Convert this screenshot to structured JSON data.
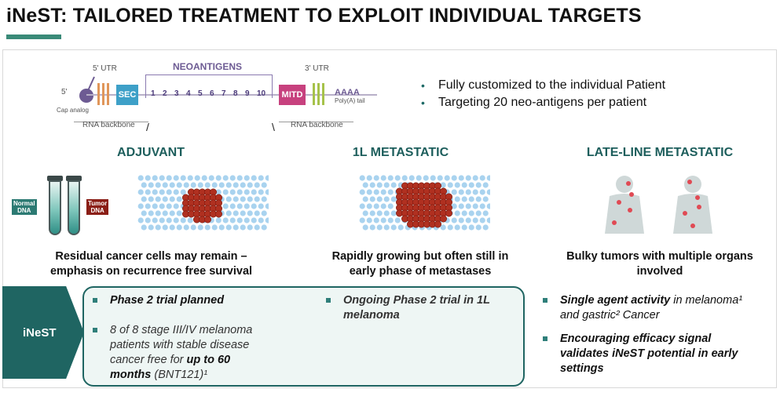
{
  "title": "iNeST: TAILORED TREATMENT TO EXPLOIT INDIVIDUAL TARGETS",
  "diagram": {
    "five_prime": "5'",
    "cap_analog": "Cap analog",
    "utr5": "5' UTR",
    "sec": "SEC",
    "neoantigens": "NEOANTIGENS",
    "numbers": [
      "1",
      "2",
      "3",
      "4",
      "5",
      "6",
      "7",
      "8",
      "9",
      "10"
    ],
    "mitd": "MITD",
    "utr3": "3' UTR",
    "aaaa": "AAAA",
    "polya": "Poly(A) tail",
    "backbone_left": "RNA backbone",
    "backbone_right": "RNA backbone"
  },
  "bullets": [
    "Fully customized to the individual Patient",
    "Targeting 20 neo-antigens per patient"
  ],
  "columns": {
    "adjuvant": {
      "heading": "ADJUVANT",
      "normal_dna": [
        "Normal",
        "DNA"
      ],
      "tumor_dna": [
        "Tumor",
        "DNA"
      ],
      "caption_1": "Residual cancer cells may remain –",
      "caption_2": "emphasis on recurrence free survival"
    },
    "first_line": {
      "heading": "1L METASTATIC",
      "caption_1": "Rapidly growing but often still in",
      "caption_2": "early phase of metastases"
    },
    "late_line": {
      "heading": "LATE-LINE METASTATIC",
      "caption_1": "Bulky tumors with multiple organs",
      "caption_2": "involved"
    }
  },
  "inest": {
    "label": "iNeST",
    "adjuvant_item_1": "Phase 2 trial planned",
    "adjuvant_item_2_a": "8 of 8 stage III/IV melanoma",
    "adjuvant_item_2_b": "patients with stable disease",
    "adjuvant_item_2_c": "cancer free for ",
    "adjuvant_item_2_bold_1": "up to 60",
    "adjuvant_item_2_bold_2": "months",
    "adjuvant_item_2_tail": " (BNT121)¹",
    "first_line_item_a": "Ongoing Phase 2 trial in 1L",
    "first_line_item_b": "melanoma",
    "late_item_1_bold": "Single agent activity",
    "late_item_1_rest": " in melanoma¹",
    "late_item_1_line2": "and gastric² Cancer",
    "late_item_2_a": "Encouraging efficacy signal",
    "late_item_2_b": "validates iNeST potential in early",
    "late_item_2_c": "settings"
  },
  "colors": {
    "accent": "#1f6562",
    "heading": "#1d5e5c",
    "tumor": "#b03020",
    "cells": "#a9d3ef"
  }
}
